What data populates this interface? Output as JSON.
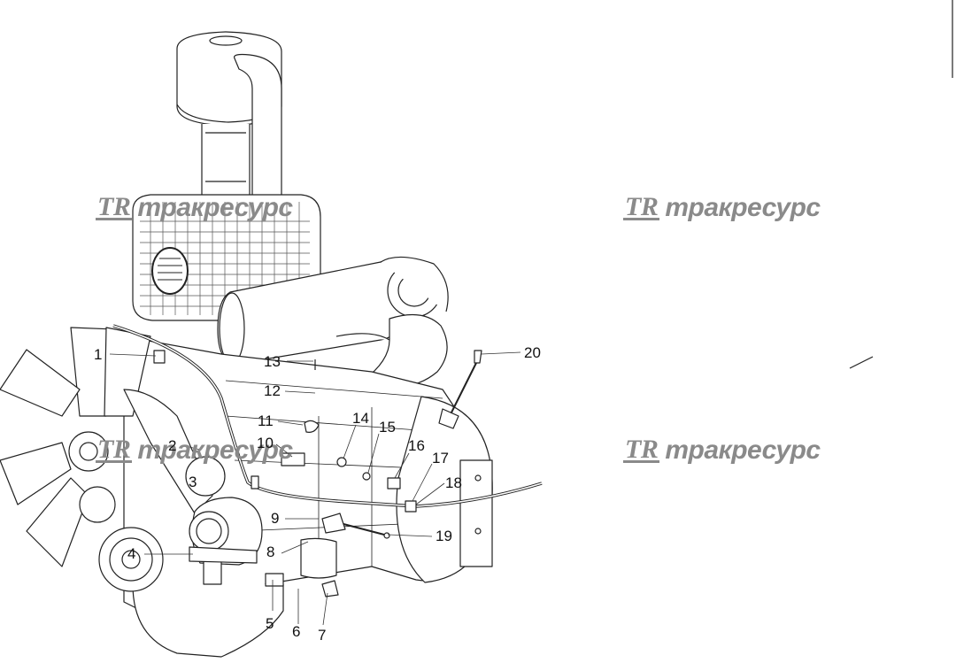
{
  "watermark": {
    "logo": "TR",
    "text": "тракресурс"
  },
  "callouts": [
    "1",
    "2",
    "3",
    "4",
    "5",
    "6",
    "7",
    "8",
    "9",
    "10",
    "11",
    "12",
    "13",
    "14",
    "15",
    "16",
    "17",
    "18",
    "19",
    "20"
  ]
}
